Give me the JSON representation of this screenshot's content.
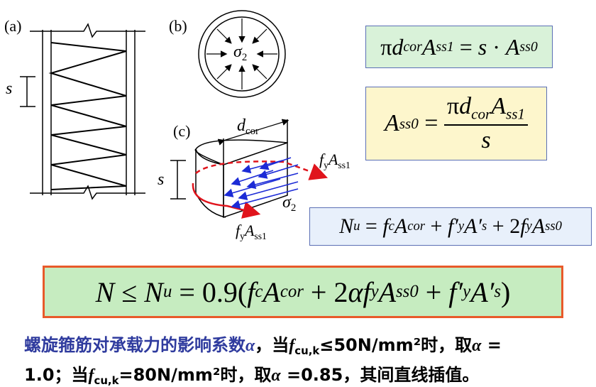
{
  "labels": {
    "a": "(a)",
    "b": "(b)",
    "c": "(c)",
    "s_a": "s",
    "s_c": "s",
    "sigma_b": "σ",
    "sigma_b_sub": "2",
    "sigma_c": "σ",
    "sigma_c_sub": "2",
    "dcor": "d",
    "dcor_sub": "cor",
    "fy1": "f",
    "fy1_sub": "y",
    "Ass1": "A",
    "Ass1_sub": "ss1",
    "fy2": "f",
    "fy2_sub": "y",
    "Ass2": "A",
    "Ass2_sub": "ss1"
  },
  "formulas": {
    "eq1": {
      "lhs_pi": "π",
      "lhs_d": "d",
      "lhs_d_sub": "cor",
      "lhs_A": "A",
      "lhs_A_sub": "ss1",
      "eq": " = ",
      "rhs_s": "s",
      "dot": " · ",
      "rhs_A": "A",
      "rhs_A_sub": "ss0"
    },
    "eq2": {
      "lhs_A": "A",
      "lhs_A_sub": "ss0",
      "eq": " = ",
      "num_pi": "π",
      "num_d": "d",
      "num_d_sub": "cor",
      "num_A": "A",
      "num_A_sub": "ss1",
      "den": "s"
    },
    "eq3": {
      "N": "N",
      "N_sub": "u",
      "eq": " = ",
      "f1": "f",
      "f1_sub": "c",
      "A1": "A",
      "A1_sub": "cor",
      "plus1": " + ",
      "f2": "f′",
      "f2_sub": "y",
      "A2": "A′",
      "A2_sub": "s",
      "plus2": " + 2",
      "f3": "f",
      "f3_sub": "y",
      "A3": "A",
      "A3_sub": "ss0"
    },
    "main": {
      "N": "N",
      "le": " ≤ ",
      "Nu": "N",
      "Nu_sub": "u",
      "eq": " = 0.9(",
      "f1": "f",
      "f1_sub": "c",
      "A1": "A",
      "A1_sub": "cor",
      "plus1": " + 2",
      "alpha": "α",
      "f2": "f",
      "f2_sub": "y",
      "A2": "A",
      "A2_sub": "ss0",
      "plus2": " + ",
      "f3": "f′",
      "f3_sub": "y",
      "A3": "A′",
      "A3_sub": "s",
      "close": ")"
    }
  },
  "note": {
    "line1_blue": "螺旋箍筋对承载力的影响系数",
    "line1_alpha": "α",
    "line1_a": "，当",
    "line1_f": "f",
    "line1_f_sub": "cu,k",
    "line1_b": "≤50N/mm²时，取",
    "line1_alpha2": "α",
    "line1_c": " =",
    "line2_a": "1.0；当",
    "line2_f": "f",
    "line2_f_sub": "cu,k",
    "line2_b": "=80N/mm²时，取",
    "line2_alpha": "α",
    "line2_c": " =0.85，其间直线插值。"
  },
  "colors": {
    "eq1_bg": "#d9f2d9",
    "eq2_bg": "#fdf6cc",
    "eq3_bg": "#e8f0fb",
    "main_bg": "#c6ecc0",
    "main_border": "#e85a2a",
    "arrow_red": "#e0141c",
    "arrow_blue": "#1c2bd6"
  }
}
